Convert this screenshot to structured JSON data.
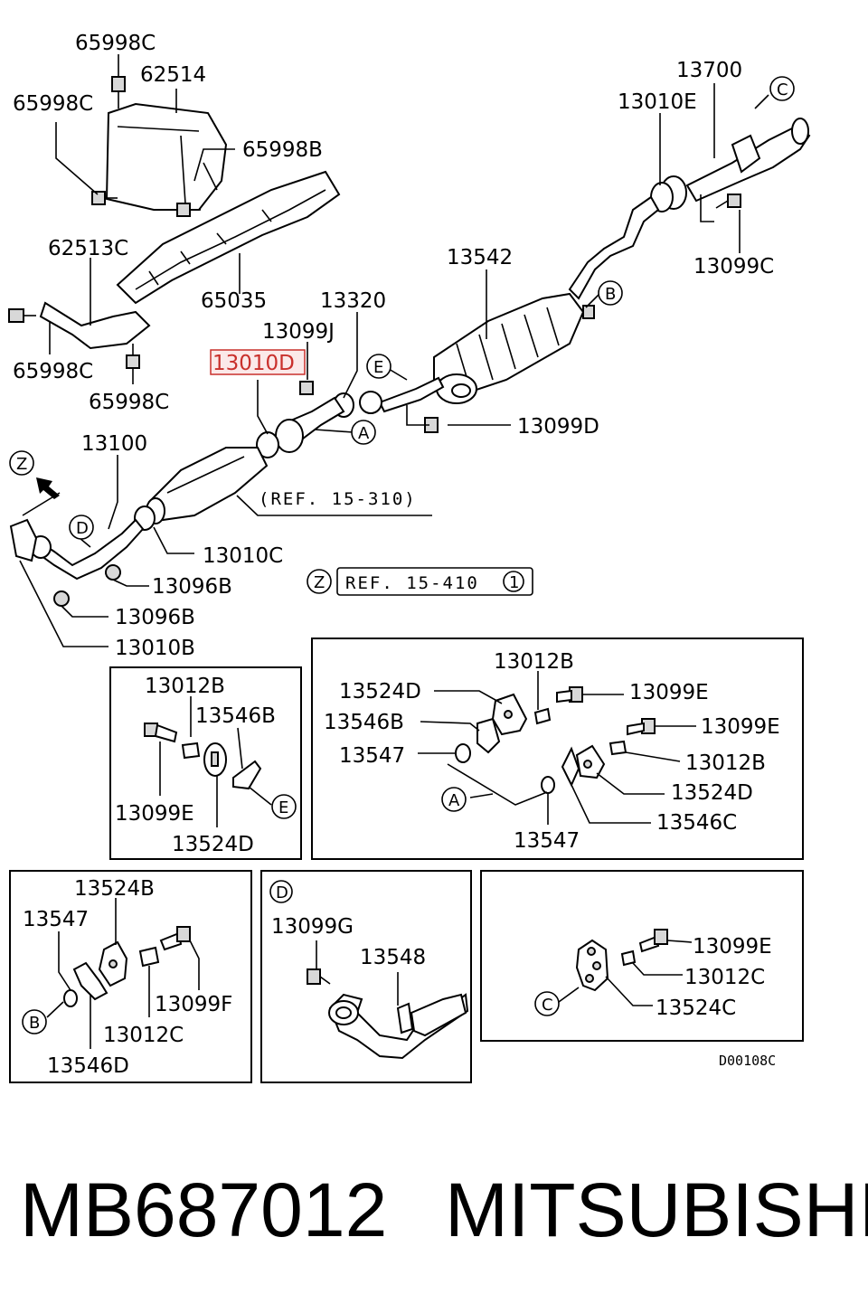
{
  "diagram": {
    "labels": {
      "p65998c_a": "65998C",
      "p62514": "62514",
      "p65998c_b": "65998C",
      "p65998b": "65998B",
      "p62513c": "62513C",
      "p65035": "65035",
      "p65998c_c": "65998C",
      "p65998c_d": "65998C",
      "p13700": "13700",
      "p13010e": "13010E",
      "p13099c": "13099C",
      "p13542": "13542",
      "p13320": "13320",
      "p13099j": "13099J",
      "p13010d": "13010D",
      "p13099d": "13099D",
      "p13100": "13100",
      "p13010c": "13010C",
      "p13096b_a": "13096B",
      "p13096b_b": "13096B",
      "p13010b": "13010B",
      "ref_15_310": "(REF. 15-310)",
      "ref_15_410": "REF. 15-410",
      "ref_num": "1",
      "ld_13012b_a": "13012B",
      "ld_13546b_a": "13546B",
      "ld_13099e_a": "13099E",
      "ld_13524d_a": "13524D",
      "ra_13012b_a": "13012B",
      "ra_13524d_a": "13524D",
      "ra_13099e_a": "13099E",
      "ra_13546b": "13546B",
      "ra_13099e_b": "13099E",
      "ra_13547_a": "13547",
      "ra_13012b_b": "13012B",
      "ra_13524d_b": "13524D",
      "ra_13546c": "13546C",
      "ra_13547_b": "13547",
      "bl_13524b": "13524B",
      "bl_13547": "13547",
      "bl_13099f": "13099F",
      "bl_13012c": "13012C",
      "bl_13546d": "13546D",
      "bm_13099g": "13099G",
      "bm_13548": "13548",
      "br_13099e": "13099E",
      "br_13012c": "13012C",
      "br_13524c": "13524C",
      "code": "D00108C"
    },
    "callouts": {
      "a": "A",
      "b": "B",
      "c": "C",
      "d": "D",
      "e": "E",
      "z": "Z"
    },
    "highlight_color": "#c9302c"
  },
  "footer": {
    "part_number": "MB687012",
    "brand": "MITSUBISHI"
  }
}
